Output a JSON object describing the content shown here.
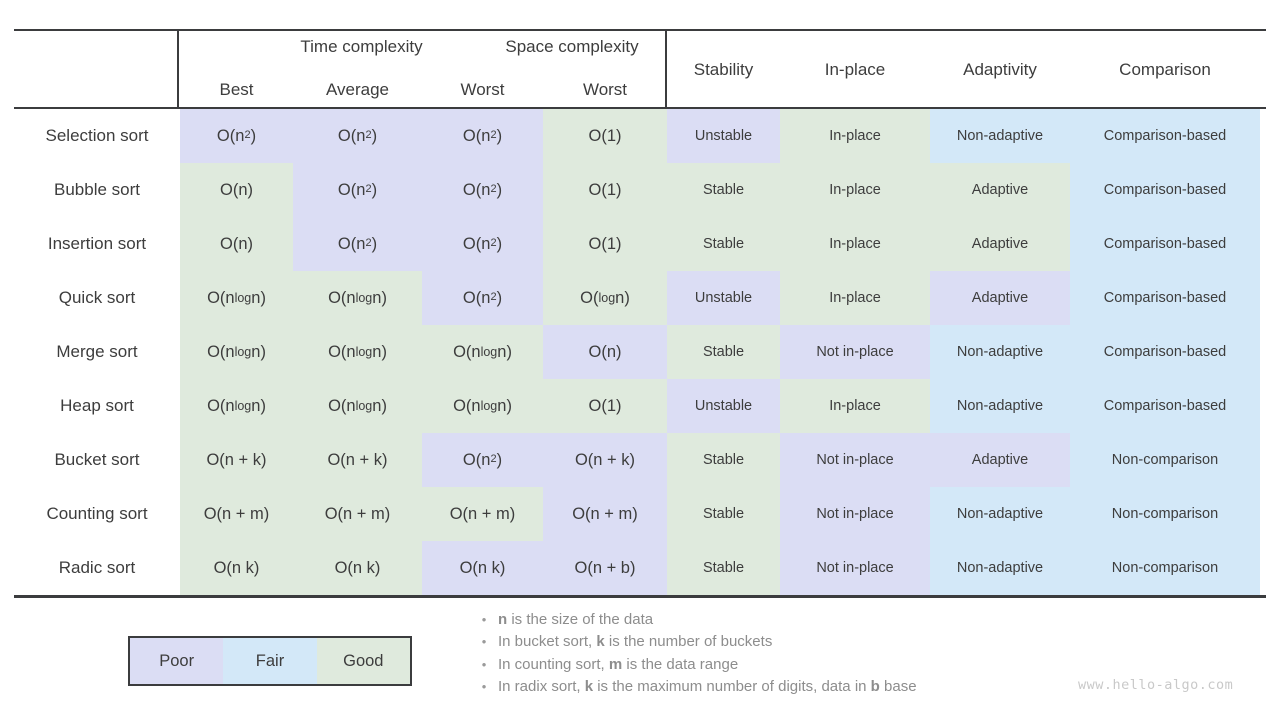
{
  "chart_data": {
    "type": "table",
    "header": {
      "group_time": "Time complexity",
      "group_space": "Space complexity",
      "sub_headers": [
        "Best",
        "Average",
        "Worst",
        "Worst"
      ],
      "attr_headers": [
        "Stability",
        "In-place",
        "Adaptivity",
        "Comparison"
      ]
    },
    "rows": [
      {
        "name": "Selection sort",
        "cells": [
          {
            "text": "O(n^2)",
            "level": "poor"
          },
          {
            "text": "O(n^2)",
            "level": "poor"
          },
          {
            "text": "O(n^2)",
            "level": "poor"
          },
          {
            "text": "O(1)",
            "level": "good"
          },
          {
            "text": "Unstable",
            "level": "poor"
          },
          {
            "text": "In-place",
            "level": "good"
          },
          {
            "text": "Non-adaptive",
            "level": "fair"
          },
          {
            "text": "Comparison-based",
            "level": "fair"
          }
        ]
      },
      {
        "name": "Bubble sort",
        "cells": [
          {
            "text": "O(n)",
            "level": "good"
          },
          {
            "text": "O(n^2)",
            "level": "poor"
          },
          {
            "text": "O(n^2)",
            "level": "poor"
          },
          {
            "text": "O(1)",
            "level": "good"
          },
          {
            "text": "Stable",
            "level": "good"
          },
          {
            "text": "In-place",
            "level": "good"
          },
          {
            "text": "Adaptive",
            "level": "good"
          },
          {
            "text": "Comparison-based",
            "level": "fair"
          }
        ]
      },
      {
        "name": "Insertion sort",
        "cells": [
          {
            "text": "O(n)",
            "level": "good"
          },
          {
            "text": "O(n^2)",
            "level": "poor"
          },
          {
            "text": "O(n^2)",
            "level": "poor"
          },
          {
            "text": "O(1)",
            "level": "good"
          },
          {
            "text": "Stable",
            "level": "good"
          },
          {
            "text": "In-place",
            "level": "good"
          },
          {
            "text": "Adaptive",
            "level": "good"
          },
          {
            "text": "Comparison-based",
            "level": "fair"
          }
        ]
      },
      {
        "name": "Quick sort",
        "cells": [
          {
            "text": "O(n log n)",
            "level": "good"
          },
          {
            "text": "O(n log n)",
            "level": "good"
          },
          {
            "text": "O(n^2)",
            "level": "poor"
          },
          {
            "text": "O(log n)",
            "level": "good"
          },
          {
            "text": "Unstable",
            "level": "poor"
          },
          {
            "text": "In-place",
            "level": "good"
          },
          {
            "text": "Adaptive",
            "level": "poor"
          },
          {
            "text": "Comparison-based",
            "level": "fair"
          }
        ]
      },
      {
        "name": "Merge sort",
        "cells": [
          {
            "text": "O(n log n)",
            "level": "good"
          },
          {
            "text": "O(n log n)",
            "level": "good"
          },
          {
            "text": "O(n log n)",
            "level": "good"
          },
          {
            "text": "O(n)",
            "level": "poor"
          },
          {
            "text": "Stable",
            "level": "good"
          },
          {
            "text": "Not in-place",
            "level": "poor"
          },
          {
            "text": "Non-adaptive",
            "level": "fair"
          },
          {
            "text": "Comparison-based",
            "level": "fair"
          }
        ]
      },
      {
        "name": "Heap sort",
        "cells": [
          {
            "text": "O(n log n)",
            "level": "good"
          },
          {
            "text": "O(n log n)",
            "level": "good"
          },
          {
            "text": "O(n log n)",
            "level": "good"
          },
          {
            "text": "O(1)",
            "level": "good"
          },
          {
            "text": "Unstable",
            "level": "poor"
          },
          {
            "text": "In-place",
            "level": "good"
          },
          {
            "text": "Non-adaptive",
            "level": "fair"
          },
          {
            "text": "Comparison-based",
            "level": "fair"
          }
        ]
      },
      {
        "name": "Bucket sort",
        "cells": [
          {
            "text": "O(n + k)",
            "level": "good"
          },
          {
            "text": "O(n + k)",
            "level": "good"
          },
          {
            "text": "O(n^2)",
            "level": "poor"
          },
          {
            "text": "O(n + k)",
            "level": "poor"
          },
          {
            "text": "Stable",
            "level": "good"
          },
          {
            "text": "Not in-place",
            "level": "poor"
          },
          {
            "text": "Adaptive",
            "level": "poor"
          },
          {
            "text": "Non-comparison",
            "level": "fair"
          }
        ]
      },
      {
        "name": "Counting sort",
        "cells": [
          {
            "text": "O(n + m)",
            "level": "good"
          },
          {
            "text": "O(n + m)",
            "level": "good"
          },
          {
            "text": "O(n + m)",
            "level": "good"
          },
          {
            "text": "O(n + m)",
            "level": "poor"
          },
          {
            "text": "Stable",
            "level": "good"
          },
          {
            "text": "Not in-place",
            "level": "poor"
          },
          {
            "text": "Non-adaptive",
            "level": "fair"
          },
          {
            "text": "Non-comparison",
            "level": "fair"
          }
        ]
      },
      {
        "name": "Radic sort",
        "cells": [
          {
            "text": "O(n k)",
            "level": "good"
          },
          {
            "text": "O(n k)",
            "level": "good"
          },
          {
            "text": "O(n k)",
            "level": "poor"
          },
          {
            "text": "O(n + b)",
            "level": "poor"
          },
          {
            "text": "Stable",
            "level": "good"
          },
          {
            "text": "Not in-place",
            "level": "poor"
          },
          {
            "text": "Non-adaptive",
            "level": "fair"
          },
          {
            "text": "Non-comparison",
            "level": "fair"
          }
        ]
      }
    ]
  },
  "legend": {
    "items": [
      {
        "label": "Poor",
        "level": "poor"
      },
      {
        "label": "Fair",
        "level": "fair"
      },
      {
        "label": "Good",
        "level": "good"
      }
    ]
  },
  "notes": [
    {
      "segments": [
        {
          "text": "n",
          "bold": true
        },
        {
          "text": " is the size of the data",
          "bold": false
        }
      ]
    },
    {
      "segments": [
        {
          "text": "In bucket sort, ",
          "bold": false
        },
        {
          "text": "k",
          "bold": true
        },
        {
          "text": " is the number of buckets",
          "bold": false
        }
      ]
    },
    {
      "segments": [
        {
          "text": "In counting sort, ",
          "bold": false
        },
        {
          "text": "m",
          "bold": true
        },
        {
          "text": " is the data range",
          "bold": false
        }
      ]
    },
    {
      "segments": [
        {
          "text": "In radix sort, ",
          "bold": false
        },
        {
          "text": "k",
          "bold": true
        },
        {
          "text": " is the maximum number of digits, data in ",
          "bold": false
        },
        {
          "text": "b",
          "bold": true
        },
        {
          "text": " base",
          "bold": false
        }
      ]
    }
  ],
  "watermark": "www.hello-algo.com",
  "colors": {
    "poor": "#dbddf4",
    "fair": "#d3e8f8",
    "good": "#dfeadd",
    "line": "#3b3c3e",
    "text": "#3d3d3d",
    "notes": "#8d8d8d",
    "watermark": "#c9c9c9"
  }
}
